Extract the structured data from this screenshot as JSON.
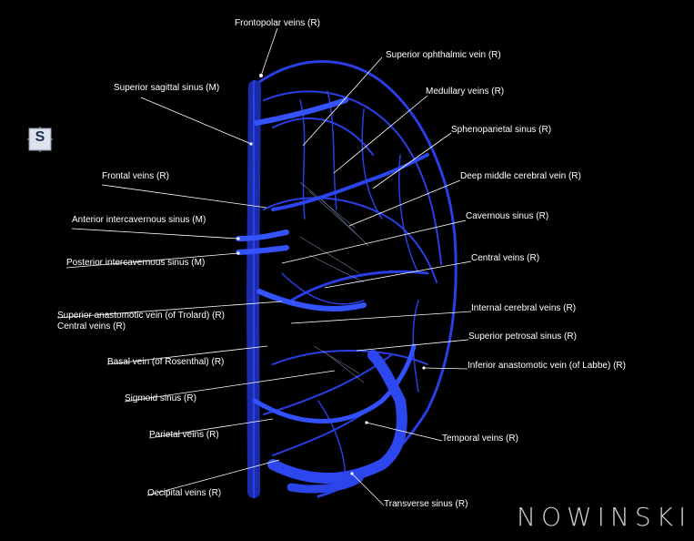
{
  "orientation_marker": {
    "letter": "S"
  },
  "watermark": "NOWINSKI",
  "colors": {
    "background": "#000000",
    "vessel": "#2233dd",
    "vessel_light": "#4466ff",
    "leader": "#ffffff"
  },
  "labels": [
    {
      "id": "frontopolar",
      "text": "Frontopolar veins (R)"
    },
    {
      "id": "sup_ophthalmic",
      "text": "Superior ophthalmic vein (R)"
    },
    {
      "id": "sup_sagittal",
      "text": "Superior sagittal sinus (M)"
    },
    {
      "id": "medullary",
      "text": "Medullary veins (R)"
    },
    {
      "id": "sphenoparietal",
      "text": "Sphenoparietal sinus (R)"
    },
    {
      "id": "frontal",
      "text": "Frontal veins (R)"
    },
    {
      "id": "deep_middle",
      "text": "Deep middle cerebral vein (R)"
    },
    {
      "id": "ant_intercav",
      "text": "Anterior intercavernous sinus (M)"
    },
    {
      "id": "cavernous",
      "text": "Cavernous sinus (R)"
    },
    {
      "id": "central_r",
      "text": "Central veins (R)"
    },
    {
      "id": "post_intercav",
      "text": "Posterior intercavernous sinus (M)"
    },
    {
      "id": "sup_anastomotic",
      "text": "Superior anastomotic vein (of Trolard) (R)"
    },
    {
      "id": "central_l",
      "text": "Central veins (R)"
    },
    {
      "id": "internal_cerebral",
      "text": "Internal cerebral veins (R)"
    },
    {
      "id": "sup_petrosal",
      "text": "Superior petrosal sinus (R)"
    },
    {
      "id": "basal",
      "text": "Basal vein (of Rosenthal) (R)"
    },
    {
      "id": "inf_anastomotic",
      "text": "Inferior anastomotic vein (of Labbe) (R)"
    },
    {
      "id": "sigmoid",
      "text": "Sigmoid sinus (R)"
    },
    {
      "id": "parietal",
      "text": "Parietal veins (R)"
    },
    {
      "id": "temporal",
      "text": "Temporal veins (R)"
    },
    {
      "id": "occipital",
      "text": "Occipital veins (R)"
    },
    {
      "id": "transverse",
      "text": "Transverse sinus (R)"
    }
  ]
}
